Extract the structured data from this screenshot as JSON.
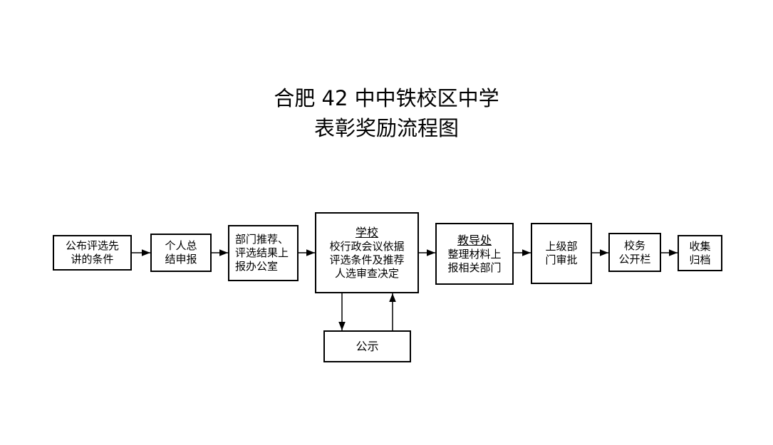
{
  "title": {
    "line1": "合肥 42 中中铁校区中学",
    "line2": "表彰奖励流程图"
  },
  "steps": [
    {
      "lines": [
        "公布评选先",
        "讲的条件"
      ]
    },
    {
      "lines": [
        "个人总",
        "结申报"
      ]
    },
    {
      "lines": [
        "部门推荐、",
        "评选结果上",
        "报办公室"
      ]
    },
    {
      "heading": "学校",
      "lines": [
        "校行政会议依据",
        "评选条件及推荐",
        "人选审查决定"
      ]
    },
    {
      "heading": "教导处",
      "lines": [
        "整理材料上",
        "报相关部门"
      ]
    },
    {
      "lines": [
        "上级部",
        "门审批"
      ]
    },
    {
      "lines": [
        "校务",
        "公开栏"
      ]
    },
    {
      "lines": [
        "收集",
        "归档"
      ]
    }
  ],
  "side_step": {
    "label": "公示"
  }
}
